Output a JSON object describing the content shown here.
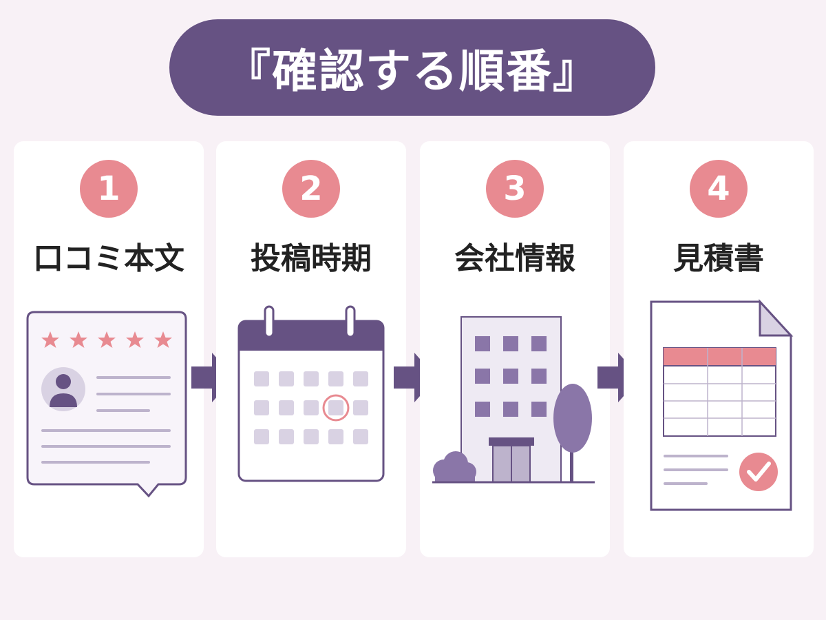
{
  "title": "『確認する順番』",
  "steps": [
    {
      "number": "1",
      "label": "口コミ本文",
      "icon": "review-card-icon"
    },
    {
      "number": "2",
      "label": "投稿時期",
      "icon": "calendar-icon"
    },
    {
      "number": "3",
      "label": "会社情報",
      "icon": "office-building-icon"
    },
    {
      "number": "4",
      "label": "見積書",
      "icon": "estimate-document-icon"
    }
  ],
  "colors": {
    "background": "#f8f1f6",
    "primary": "#665283",
    "accent": "#e88a91",
    "card": "#ffffff",
    "light_purple": "#d9d2e3"
  }
}
